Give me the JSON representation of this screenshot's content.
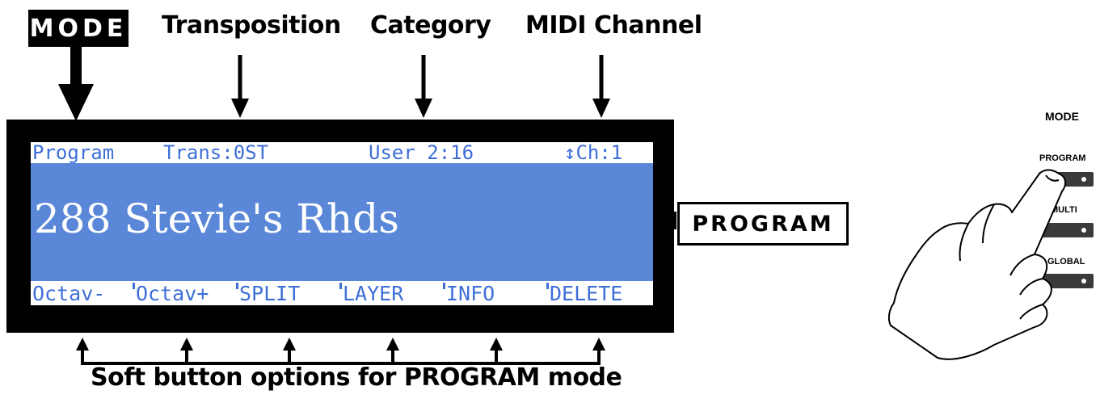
{
  "labels": {
    "mode": "MODE",
    "transposition": "Transposition",
    "category": "Category",
    "midi_channel": "MIDI Channel",
    "program_callout": "PROGRAM",
    "caption": "Soft button options for PROGRAM mode"
  },
  "display": {
    "status": {
      "mode": "Program",
      "trans": "Trans:0ST",
      "category": "User 2:16",
      "channel": "↕Ch:1"
    },
    "program_name": "288 Stevie's Rhds",
    "soft_buttons": [
      "Octav-",
      "Octav+",
      "SPLIT",
      "LAYER",
      "INFO",
      "DELETE"
    ]
  },
  "panel": {
    "title": "MODE",
    "buttons": [
      "PROGRAM",
      "MULTI",
      "GLOBAL"
    ]
  },
  "colors": {
    "lcd_blue": "#5a87d8",
    "lcd_text_blue": "#3e6fd8",
    "frame": "#000000"
  }
}
